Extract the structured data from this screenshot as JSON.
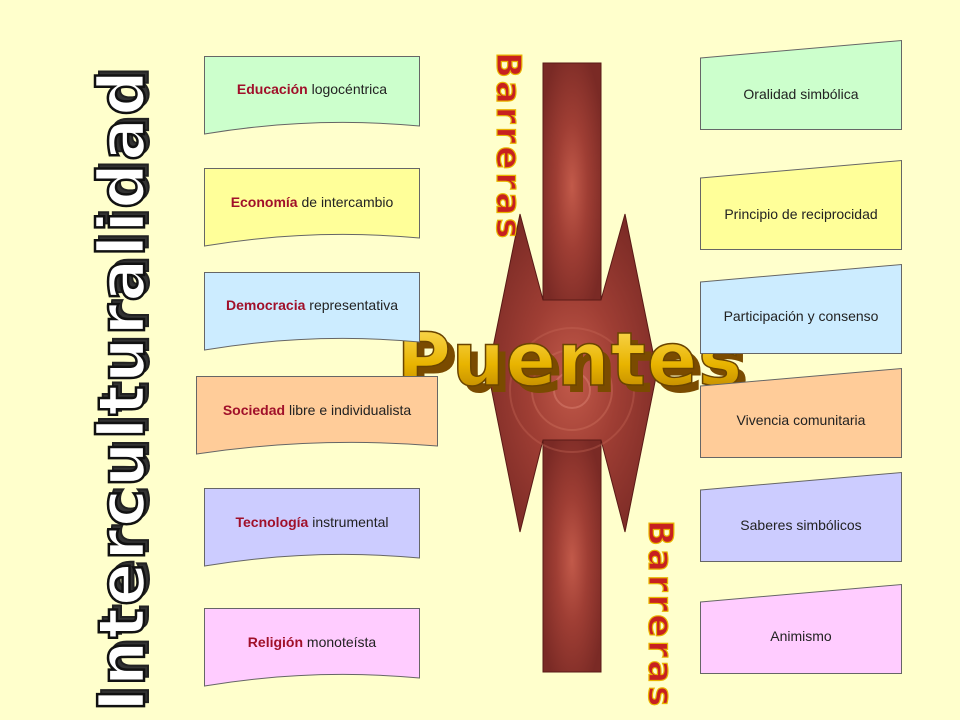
{
  "left_cards": [
    {
      "bold": "Educación",
      "rest": " logocéntrica",
      "fill": "#ccffcc"
    },
    {
      "bold": "Economía",
      "rest": " de intercambio",
      "fill": "#ffff99"
    },
    {
      "bold": "Democracia",
      "rest": " representativa",
      "fill": "#ccecff"
    },
    {
      "bold": "Sociedad",
      "rest": " libre e individualista",
      "fill": "#ffcc99"
    },
    {
      "bold": "Tecnología",
      "rest": " instrumental",
      "fill": "#ccccff"
    },
    {
      "bold": "Religión",
      "rest": " monoteísta",
      "fill": "#ffccff"
    }
  ],
  "right_cards": [
    {
      "label": "Oralidad simbólica",
      "fill": "#ccffcc"
    },
    {
      "label": "Principio de reciprocidad",
      "fill": "#ffff99"
    },
    {
      "label": "Participación y consenso",
      "fill": "#ccecff"
    },
    {
      "label": "Vivencia comunitaria",
      "fill": "#ffcc99"
    },
    {
      "label": "Saberes simbólicos",
      "fill": "#ccccff"
    },
    {
      "label": "Animismo",
      "fill": "#ffccff"
    }
  ],
  "titles": {
    "vertical": "Interculturalidad",
    "center": "Puentes",
    "barrier_top": "Barreras",
    "barrier_bottom": "Barreras"
  },
  "colors": {
    "bar_fill": "#a8443a",
    "bar_dark": "#6e2320",
    "wordart_gold": "#e8b400",
    "wordart_red": "#a51a1a",
    "bold_text": "#a0102a"
  }
}
